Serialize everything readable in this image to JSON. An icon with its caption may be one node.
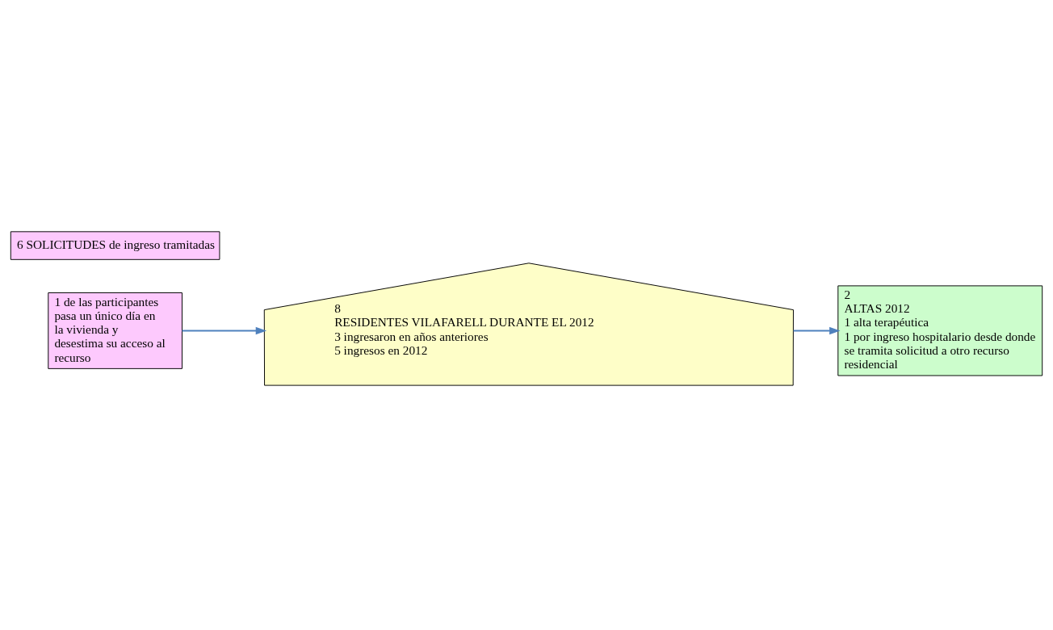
{
  "diagram": {
    "nodes": [
      {
        "text": [
          "6 SOLICITUDES de ingreso tramitadas"
        ]
      },
      {
        "text": [
          "1 de las participantes pasa un único día en la vivienda y desestima su acceso al recurso"
        ]
      },
      {
        "text": [
          "8",
          "RESIDENTES VILAFARELL DURANTE EL 2012",
          "3 ingresaron en años anteriores",
          "5 ingresos en 2012"
        ]
      },
      {
        "text": [
          "2",
          "ALTAS 2012",
          "1 alta terapéutica",
          "1 por ingreso hospitalario desde donde se tramita solicitud a otro recurso residencial"
        ]
      }
    ],
    "edges": [
      {
        "from": 1,
        "to": 2,
        "arrow": "to"
      },
      {
        "from": 2,
        "to": 3,
        "arrow": "to"
      }
    ]
  }
}
